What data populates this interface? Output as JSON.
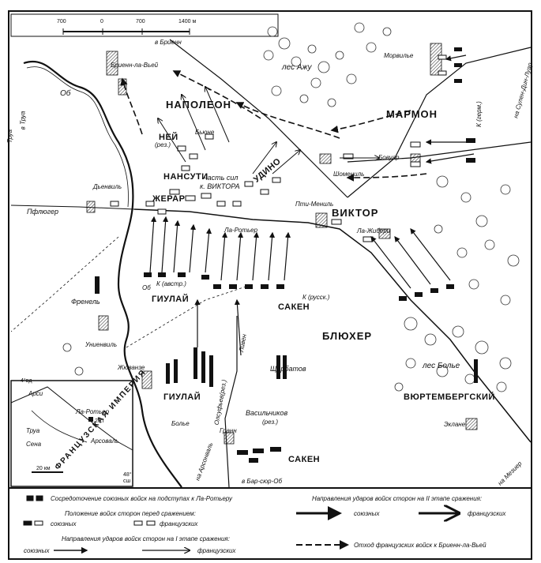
{
  "scale": {
    "ticks": [
      "700",
      "0",
      "700",
      "1400 м"
    ]
  },
  "commanders": {
    "napoleon": "НАПОЛЕОН",
    "marmont": "МАРМОН",
    "blucher": "БЛЮХЕР",
    "victor": "ВИКТОР",
    "ney": "НЕЙ",
    "ney_res": "(рез.)",
    "nansouty": "НАНСУТИ",
    "gerard": "ЖЕРАР",
    "part_victor_1": "часть сил",
    "part_victor_2": "к. ВИКТОРА",
    "oudinot": "УДИНО",
    "giulay_1": "ГИУЛАЙ",
    "giulay_2": "ГИУЛАЙ",
    "sacken_1": "САКЕН",
    "sacken_2": "САКЕН",
    "wurttemberg": "ВЮРТЕМБЕРГСКИЙ",
    "vasilchikov": "Васильчиков",
    "vasilchikov_res": "(рез.)",
    "shcherbatov": "Щербатов",
    "lieven": "Ливен",
    "olsufiev": "Олсуфьев(рез.)",
    "k_austr": "К (австр.)",
    "k_russ": "К (русск.)",
    "k_germ": "К (герм.)"
  },
  "places": {
    "brienne_road": "в Бриенн",
    "brienne": "Бриенн-ла-Вьей",
    "forest_azhu": "лес Ажу",
    "morvilliers": "Морвилье",
    "bienne": "Бьюне",
    "dienville": "Дьенвиль",
    "pfleuger": "Пфлюгер",
    "la_rotiere": "Ла-Ротьер",
    "petit_mesnil": "Пти-Мениль",
    "la_gibrie": "Ла-Жибери",
    "chaumesnil": "Шомениль",
    "beauvoir": "Бовуар",
    "frenel": "Френель",
    "unienville": "Униенвиль",
    "juvanze": "Жюванзе",
    "bollet": "Болье",
    "forest_bolle": "лес Болье",
    "eclance": "Эклане",
    "trannes": "Гранн",
    "bar_sur_aube": "в Бар-сюр-Об",
    "to_arsonval": "на Арсонваль",
    "to_maizieres": "на Мезиер",
    "to_soulaines": "на Сулен-Дин-Луар",
    "river_ob": "Об",
    "river_trua": "Труа",
    "river_trua_road": "в Труа",
    "river_label_2": "Об"
  },
  "inset": {
    "coord_left": "4°вд",
    "coord_bottom": "48°",
    "coord_bottom_2": "сш",
    "arsi": "Арси",
    "trua": "Труа",
    "sen": "Сена",
    "la_rotiere": "Ла-Ротьер",
    "n_20": "20.I",
    "arsonval": "Арсоваль",
    "empire": "ФРАНЦУЗСКАЯ ИМПЕРИЯ",
    "scale": "20 км"
  },
  "legend": {
    "concentration": "Сосредоточение союзных войск на подступах к Ла-Ротьеру",
    "positions_title": "Положение войск сторон перед сражением:",
    "allied": "союзных",
    "french": "французских",
    "stage1_title": "Направления ударов войск сторон на I этапе сражения:",
    "allied_2": "союзных",
    "french_2": "французских",
    "stage2_title": "Направления ударов войск сторон на II этапе сражения:",
    "allied_3": "союзных",
    "french_3": "французских",
    "retreat": "Отход французских войск к Бриенн-ла-Вьей"
  },
  "colors": {
    "ink": "#111111",
    "paper": "#ffffff",
    "hatch": "#555555"
  }
}
